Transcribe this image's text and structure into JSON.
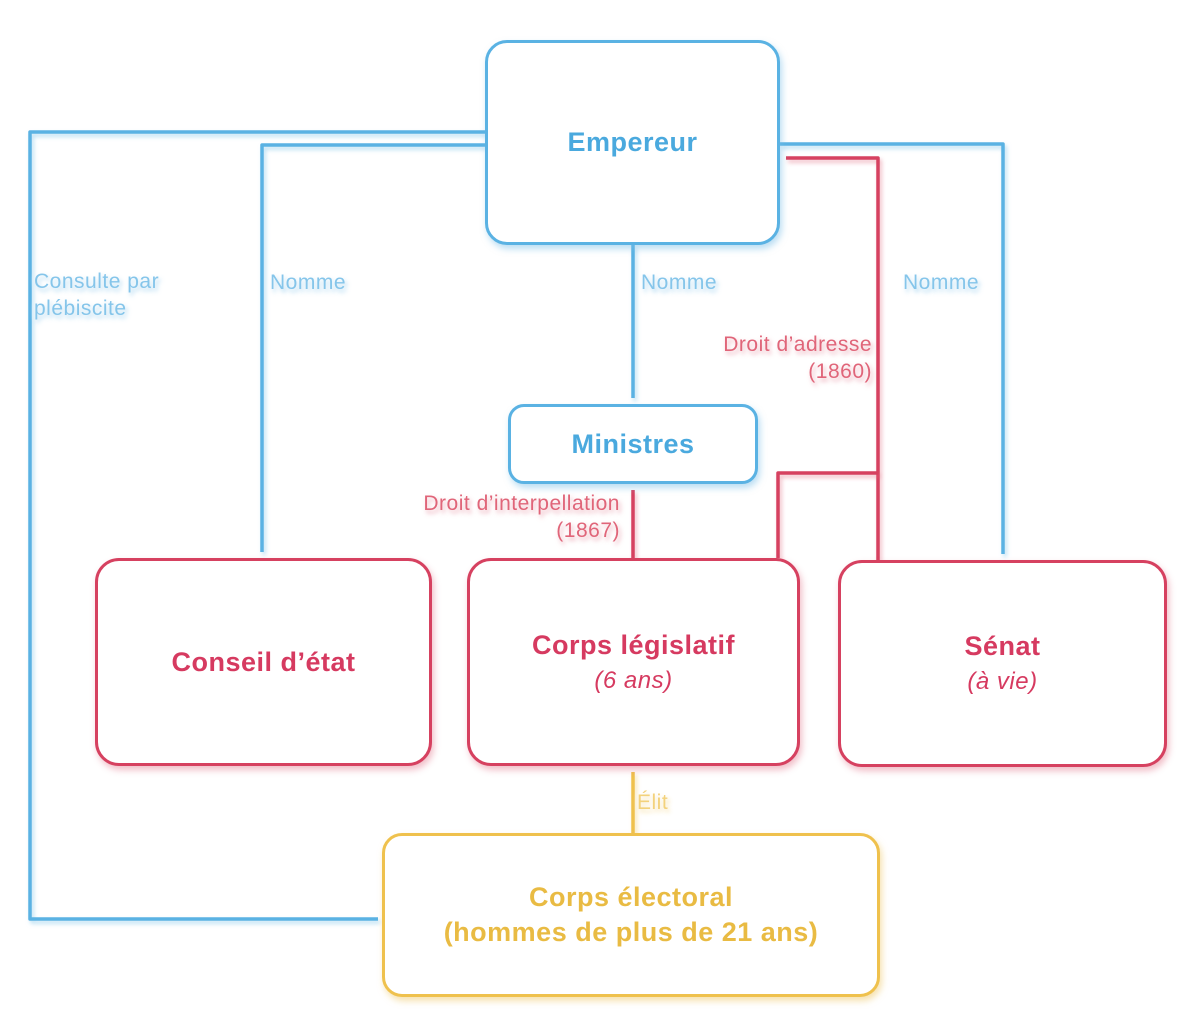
{
  "colors": {
    "blue": "#5ab2e3",
    "blue_text": "#4aa9de",
    "blue_label": "#85c5ea",
    "red": "#d64160",
    "red_text": "#d63a60",
    "red_label": "#e06579",
    "yellow": "#efc14d",
    "yellow_text": "#e9bb43",
    "yellow_label": "#f3d27c"
  },
  "nodes": {
    "empereur": {
      "title": "Empereur"
    },
    "ministres": {
      "title": "Ministres"
    },
    "conseil_etat": {
      "title": "Conseil d’état"
    },
    "corps_legislatif": {
      "title": "Corps législatif",
      "subtitle": "(6 ans)"
    },
    "senat": {
      "title": "Sénat",
      "subtitle": "(à vie)"
    },
    "corps_electoral": {
      "title": "Corps électoral",
      "subtitle": "(hommes de plus de 21 ans)"
    }
  },
  "edges": {
    "consulte_par_plebiscite": {
      "label": "Consulte par\nplébiscite"
    },
    "nomme_conseil": {
      "label": "Nomme"
    },
    "nomme_ministres": {
      "label": "Nomme"
    },
    "nomme_senat": {
      "label": "Nomme"
    },
    "droit_adresse": {
      "label": "Droit d’adresse\n(1860)"
    },
    "droit_interpellation": {
      "label": "Droit d’interpellation\n(1867)"
    },
    "elit": {
      "label": "Élit"
    }
  }
}
